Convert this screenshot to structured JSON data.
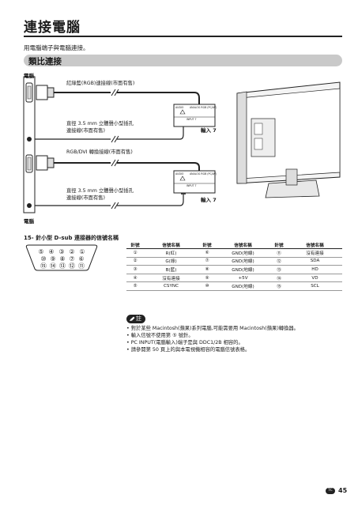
{
  "page": {
    "title": "連接電腦",
    "intro": "用電腦端子與電腦連接。",
    "section": "類比連接",
    "page_number": "45",
    "page_badge": "TC"
  },
  "diagram": {
    "pc_label_top": "電腦",
    "pc_label_bottom": "電腦",
    "cable1": "紅綠藍(RGB)連接線(市面有售)",
    "audio1_line1": "直徑 3.5 mm 立體聲小型插孔",
    "audio1_line2": "連接線(市面有售)",
    "input1": "輸入 7",
    "cable2": "RGB/DVI 轉換接線(市面有售)",
    "audio2_line1": "直徑 3.5 mm 立體聲小型插孔",
    "audio2_line2": "連接線(市面有售)",
    "input2": "輸入 7",
    "port_audio": "AUDIO",
    "port_analog": "ANALOG RGB (PC/AV)",
    "port_input": "INPUT 7"
  },
  "pins": {
    "heading": "15- 針小型 D-sub 連接器的信號名稱",
    "row1": [
      "⑤",
      "④",
      "③",
      "②",
      "①"
    ],
    "row2": [
      "⑩",
      "⑨",
      "⑧",
      "⑦",
      "⑥"
    ],
    "row3": [
      "⑮",
      "⑭",
      "⑬",
      "⑫",
      "⑪"
    ]
  },
  "table": {
    "headers": [
      "針號",
      "信號名稱",
      "針號",
      "信號名稱",
      "針號",
      "信號名稱"
    ],
    "rows": [
      [
        "①",
        "R(紅)",
        "⑥",
        "GND(地線)",
        "⑪",
        "沒有連接"
      ],
      [
        "②",
        "G(綠)",
        "⑦",
        "GND(地線)",
        "⑫",
        "SDA"
      ],
      [
        "③",
        "B(藍)",
        "⑧",
        "GND(地線)",
        "⑬",
        "HD"
      ],
      [
        "④",
        "沒有連接",
        "⑨",
        "+5V",
        "⑭",
        "VD"
      ],
      [
        "⑤",
        "CSYNC",
        "⑩",
        "GND(地線)",
        "⑮",
        "SCL"
      ]
    ]
  },
  "notes": {
    "label": "註",
    "items": [
      "對於某些 Macintosh(蘋果)系列電腦,可能需要用 Macintosh(蘋果)轉換器。",
      "輸入信號不使用第 ⑤ 號針。",
      "PC INPUT(電腦輸入)端子是與 DDC1/2B 相容的。",
      "請參閱第 50 頁上的與本電視機相容的電腦信號表格。"
    ]
  }
}
